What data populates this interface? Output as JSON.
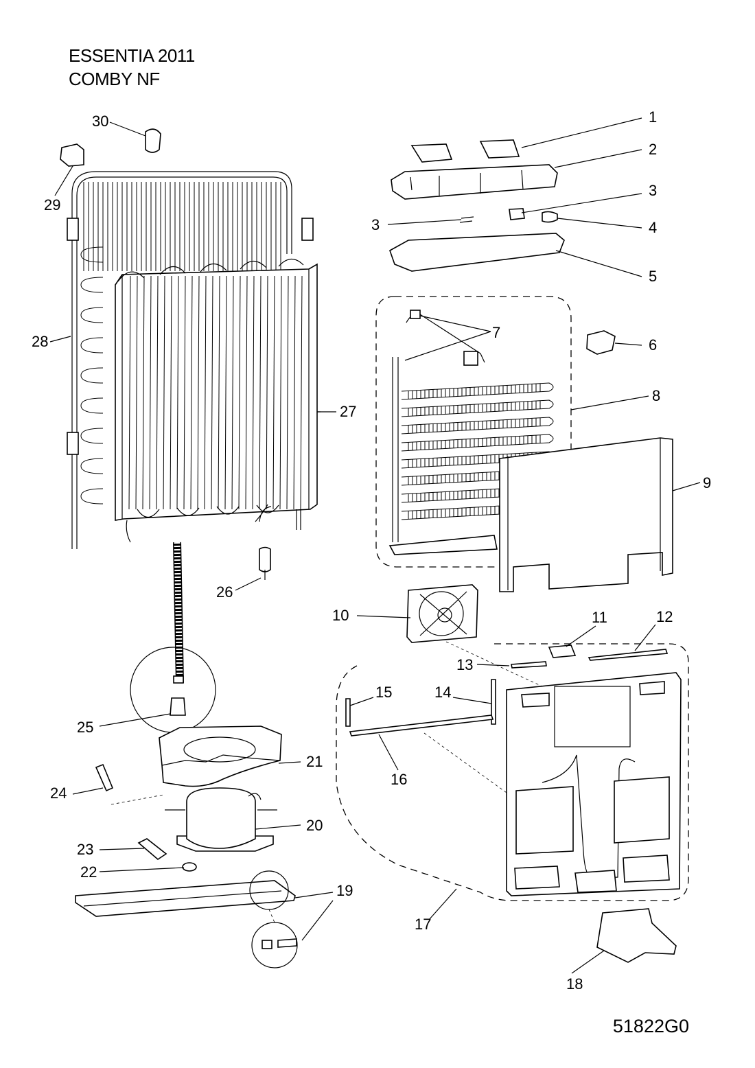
{
  "title": {
    "line1": "ESSENTIA 2011",
    "line2": "COMBY NF"
  },
  "drawing_code": "51822G0",
  "callouts": [
    "1",
    "2",
    "3",
    "3",
    "4",
    "5",
    "6",
    "7",
    "8",
    "9",
    "10",
    "11",
    "12",
    "13",
    "14",
    "15",
    "16",
    "17",
    "18",
    "19",
    "20",
    "21",
    "22",
    "23",
    "24",
    "25",
    "26",
    "27",
    "28",
    "29",
    "30"
  ]
}
